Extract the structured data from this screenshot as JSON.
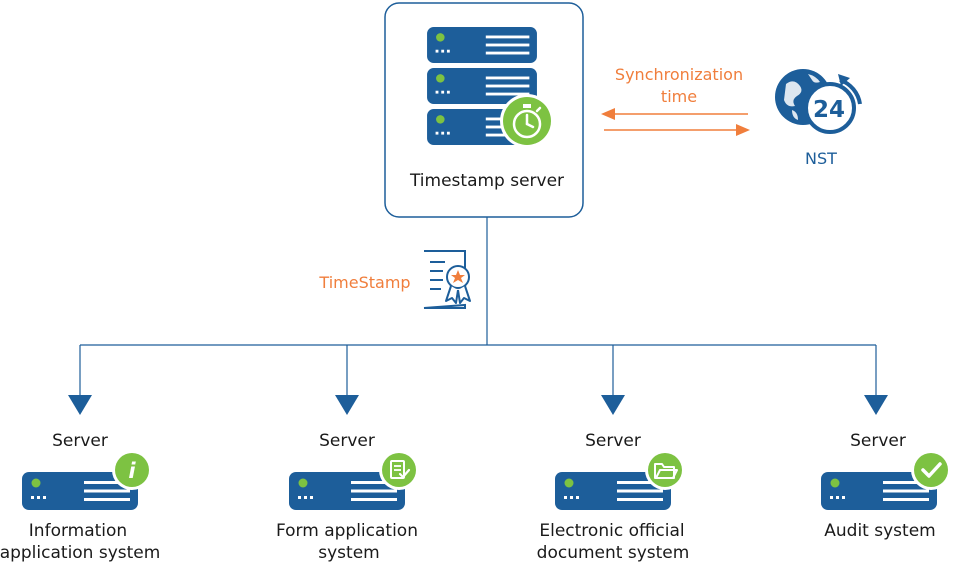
{
  "colors": {
    "server_blue": "#1d5e9a",
    "accent_green": "#7dc242",
    "accent_orange": "#f07e3c",
    "line_blue": "#1d5e9a",
    "text_dark": "#1a1a1a"
  },
  "timestamp_server": {
    "label": "Timestamp server",
    "badge_icon": "stopwatch-icon"
  },
  "sync": {
    "label_line1": "Synchronization",
    "label_line2": "time"
  },
  "nst": {
    "label": "NST",
    "clock_number": "24",
    "icon": "globe-clock-icon"
  },
  "timestamp_doc": {
    "label": "TimeStamp",
    "icon": "certificate-icon"
  },
  "servers": [
    {
      "header": "Server",
      "name_line1": "Information",
      "name_line2": "application system",
      "badge_icon": "info-icon",
      "badge_glyph": "i"
    },
    {
      "header": "Server",
      "name_line1": "Form application",
      "name_line2": "system",
      "badge_icon": "form-check-icon"
    },
    {
      "header": "Server",
      "name_line1": "Electronic official",
      "name_line2": "document system",
      "badge_icon": "folder-icon"
    },
    {
      "header": "Server",
      "name_line1": "Audit system",
      "name_line2": "",
      "badge_icon": "checkmark-icon"
    }
  ]
}
